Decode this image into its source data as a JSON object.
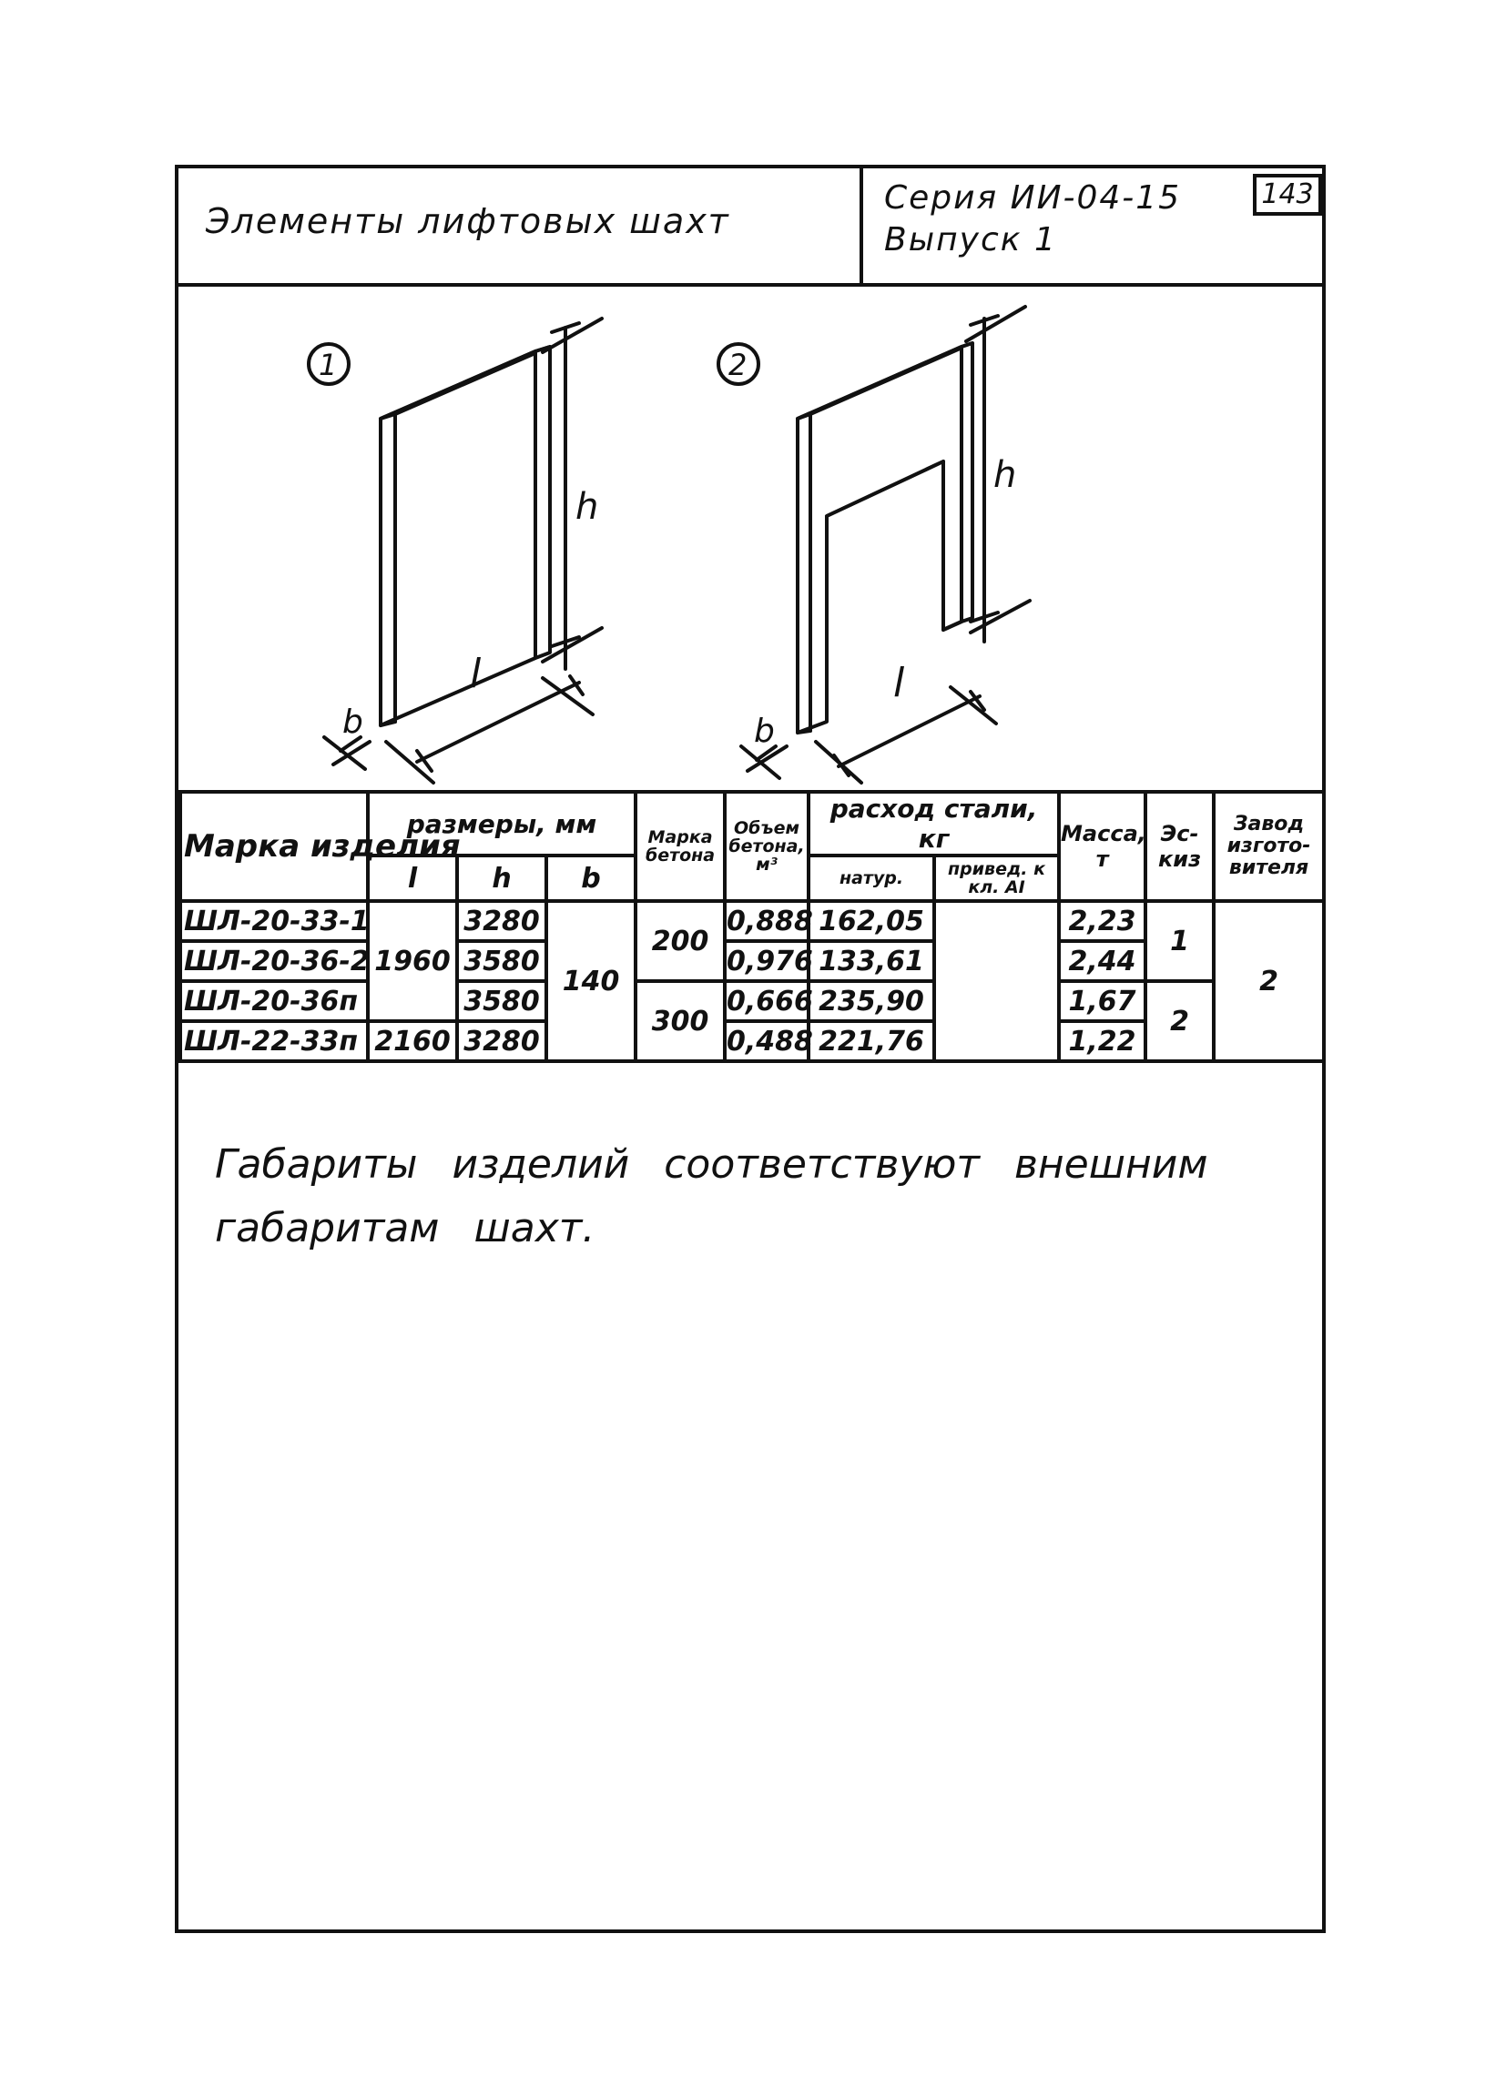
{
  "header": {
    "title": "Элементы лифтовых шахт",
    "series_line1": "Серия ИИ-04-15",
    "series_line2": "Выпуск 1",
    "sheet_number": "143"
  },
  "sketches": {
    "item1_number": "1",
    "item2_number": "2",
    "dim_h": "h",
    "dim_l": "l",
    "dim_b": "b"
  },
  "table": {
    "headers": {
      "mark": "Марка изделия",
      "dims": "размеры, мм",
      "dim_l": "l",
      "dim_h": "h",
      "dim_b": "b",
      "concrete_grade": "Марка бетона",
      "concrete_volume": "Объем бетона, м³",
      "steel": "расход стали, кг",
      "steel_natural": "натур.",
      "steel_reduced": "привед. к кл. AI",
      "mass": "Масса, т",
      "sketch": "Эс-киз",
      "plant": "Завод изгото-вителя"
    },
    "rows": [
      {
        "mark": "ШЛ-20-33-1",
        "h": "3280",
        "volume": "0,888",
        "steel_natural": "162,05",
        "mass": "2,23"
      },
      {
        "mark": "ШЛ-20-36-2",
        "h": "3580",
        "volume": "0,976",
        "steel_natural": "133,61",
        "mass": "2,44"
      },
      {
        "mark": "ШЛ-20-36п",
        "h": "3580",
        "volume": "0,666",
        "steel_natural": "235,90",
        "mass": "1,67"
      },
      {
        "mark": "ШЛ-22-33п",
        "h": "3280",
        "volume": "0,488",
        "steel_natural": "221,76",
        "mass": "1,22"
      }
    ],
    "l_group1": "1960",
    "l_group2": "2160",
    "b_value": "140",
    "grade_group1": "200",
    "grade_group2": "300",
    "sketch_group1": "1",
    "sketch_group2": "2",
    "plant_value": "2"
  },
  "note": "Габариты изделий соответствуют внешним габаритам шахт."
}
